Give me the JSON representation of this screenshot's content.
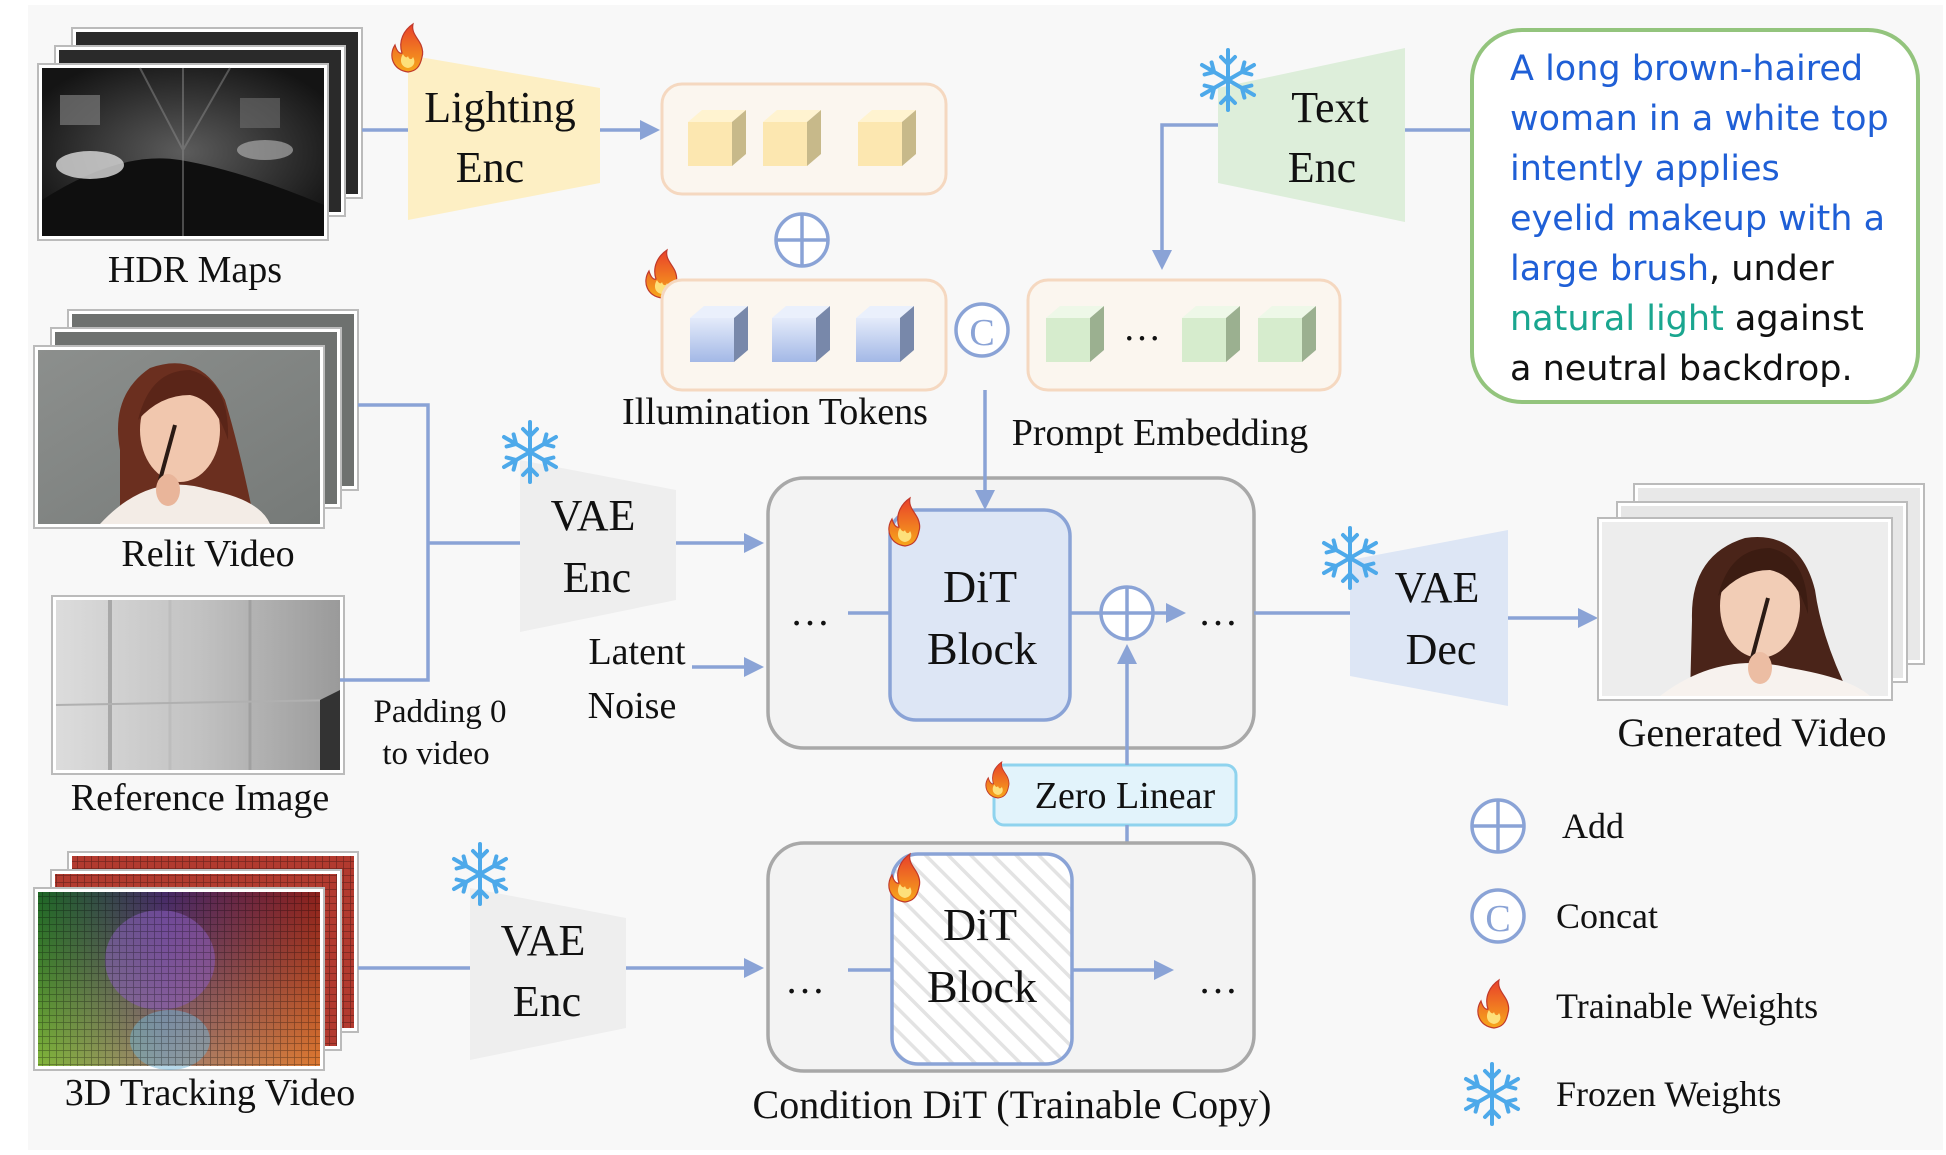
{
  "labels": {
    "hdr_maps": "HDR Maps",
    "relit_video": "Relit Video",
    "reference_image": "Reference Image",
    "tracking_video": "3D Tracking Video",
    "generated_video": "Generated Video",
    "illumination_tokens": "Illumination Tokens",
    "prompt_embedding": "Prompt Embedding",
    "latent": "Latent",
    "noise": "Noise",
    "padding_line1": "Padding 0",
    "padding_line2": "to video",
    "zero_linear": "Zero Linear",
    "condition_dit": "Condition DiT (Trainable Copy)",
    "ellipsis": "…"
  },
  "encoders": {
    "lighting_line1": "Lighting",
    "lighting_line2": "Enc",
    "text_line1": "Text",
    "text_line2": "Enc",
    "vae_enc_line1": "VAE",
    "vae_enc_line2": "Enc",
    "vae_dec_line1": "VAE",
    "vae_dec_line2": "Dec"
  },
  "dit": {
    "line1": "DiT",
    "line2": "Block"
  },
  "symbols": {
    "concat": "C"
  },
  "prompt_text": {
    "line1": "A long brown-haired",
    "line2": "woman in a white top",
    "line3": "intently applies",
    "line4": "eyelid makeup with a",
    "line5_colored": "large brush",
    "line5_rest": ", under",
    "line6_colored": "natural light",
    "line6_rest": " against",
    "line7": "a neutral backdrop.",
    "color_main": "#1f5fd6",
    "color_lighting": "#1aa68f",
    "color_plain": "#111111"
  },
  "legend": {
    "add": "Add",
    "concat": "Concat",
    "trainable": "Trainable Weights",
    "frozen": "Frozen Weights"
  },
  "colors": {
    "lighting_enc": "#fdefc4",
    "text_enc": "#ddeeda",
    "vae": "#dde6f5",
    "vae_enc": "#eeeeee",
    "flow": "#8aa3d6",
    "prompt_border": "#93c47d",
    "zero_linear_bg": "#e2f3fb",
    "zero_linear_border": "#8fd3ee"
  }
}
